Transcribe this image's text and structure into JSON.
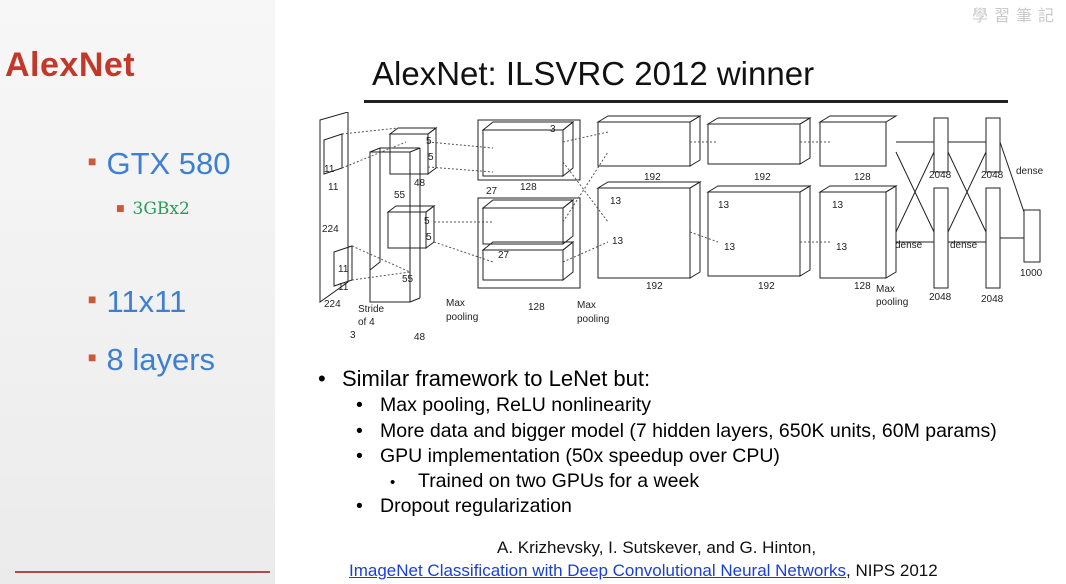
{
  "sidebar": {
    "title": "AlexNet",
    "items": [
      {
        "label": "GTX 580"
      },
      {
        "label": "3GBx2"
      },
      {
        "label": "11x11"
      },
      {
        "label": "8 layers"
      }
    ]
  },
  "watermark": "學習筆記",
  "slide": {
    "title": "AlexNet: ILSVRC 2012 winner",
    "bullets": [
      {
        "text": "Similar framework to LeNet but:",
        "level": 1
      },
      {
        "text": "Max pooling, ReLU nonlinearity",
        "level": 2
      },
      {
        "text": "More data and bigger model (7 hidden layers, 650K units, 60M params)",
        "level": 2
      },
      {
        "text": "GPU implementation (50x speedup over CPU)",
        "level": 2
      },
      {
        "text": "Trained on two GPUs for a week",
        "level": 3
      },
      {
        "text": "Dropout regularization",
        "level": 2
      }
    ],
    "citation_authors": "A. Krizhevsky, I. Sutskever, and G. Hinton,",
    "citation_link": "ImageNet Classification with Deep Convolutional Neural Networks",
    "citation_venue": ", NIPS 2012"
  },
  "diagram": {
    "labels": {
      "in_224a": "224",
      "in_224b": "224",
      "in_3": "3",
      "k11a": "11",
      "k11b": "11",
      "k11c": "11",
      "k11d": "11",
      "stride": "Stride",
      "of4": "of 4",
      "c1_55a": "55",
      "c1_55b": "55",
      "c1_48a": "48",
      "c1_48b": "48",
      "k5a": "5",
      "k5b": "5",
      "k5c": "5",
      "k5d": "5",
      "c2_27a": "27",
      "c2_27b": "27",
      "c2_128a": "128",
      "c2_128b": "128",
      "k3": "3",
      "c3_13a": "13",
      "c3_13b": "13",
      "c3_192a": "192",
      "c3_192b": "192",
      "c4_13a": "13",
      "c4_13b": "13",
      "c4_192a": "192",
      "c4_192b": "192",
      "c5_13a": "13",
      "c5_13b": "13",
      "c5_128a": "128",
      "c5_128b": "128",
      "maxpool1": "Max",
      "pooling1": "pooling",
      "maxpool2": "Max",
      "pooling2": "pooling",
      "maxpool3": "Max",
      "pooling3": "pooling",
      "fc_2048a": "2048",
      "fc_2048b": "2048",
      "fc_2048c": "2048",
      "fc_2048d": "2048",
      "dense1": "dense",
      "dense2": "dense",
      "dense3": "dense",
      "out_1000": "1000"
    }
  }
}
